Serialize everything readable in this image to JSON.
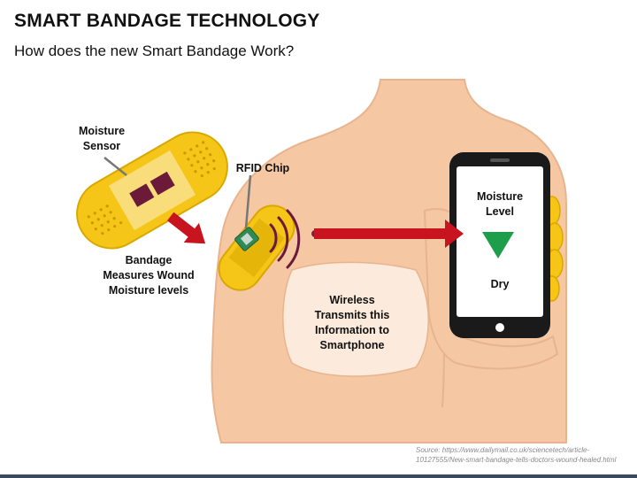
{
  "title": "SMART BANDAGE TECHNOLOGY",
  "subtitle": "How does the new Smart Bandage Work?",
  "labels": {
    "moisture_sensor": "Moisture\nSensor",
    "rfid_chip": "RFID Chip",
    "bandage_measures": "Bandage\nMeasures Wound\nMoisture levels",
    "wireless": "Wireless\nTransmits this\nInformation to\nSmartphone"
  },
  "phone": {
    "heading": "Moisture\nLevel",
    "status": "Dry",
    "indicator_icon": "down-triangle-icon"
  },
  "source": "Source: https://www.dailymail.co.uk/sciencetech/article-10127555/New-smart-bandage-tells-doctors-wound-healed.html",
  "colors": {
    "skin": "#F5C7A3",
    "skin_outline": "#E8B48E",
    "bandage": "#F5C518",
    "bandage_pad": "#F9DD7A",
    "arrow": "#C8141F",
    "indicator": "#1E9E4A",
    "phone_body": "#1A1A1A"
  }
}
